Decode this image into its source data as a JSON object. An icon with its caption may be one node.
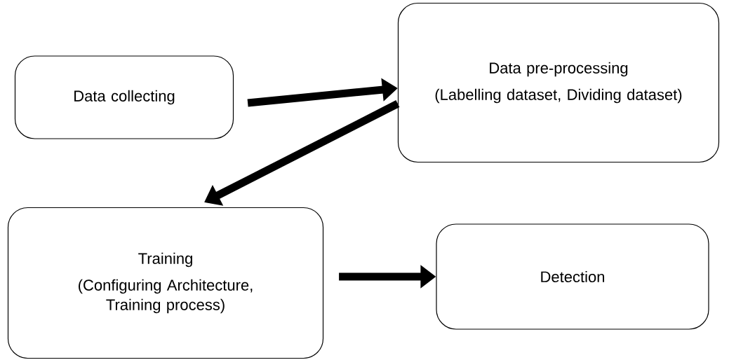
{
  "diagram": {
    "nodes": [
      {
        "text": [
          "Data collecting"
        ]
      },
      {
        "text": [
          "Data pre-processing",
          "(Labelling dataset, Dividing dataset)"
        ]
      },
      {
        "text": [
          "Training",
          "(Configuring Architecture, Training process)"
        ]
      },
      {
        "text": [
          "Detection"
        ]
      }
    ],
    "edges": [
      {
        "from": 0,
        "to": 1,
        "arrow": "to"
      },
      {
        "from": 1,
        "to": 2,
        "arrow": "to"
      },
      {
        "from": 2,
        "to": 3,
        "arrow": "to"
      }
    ]
  }
}
